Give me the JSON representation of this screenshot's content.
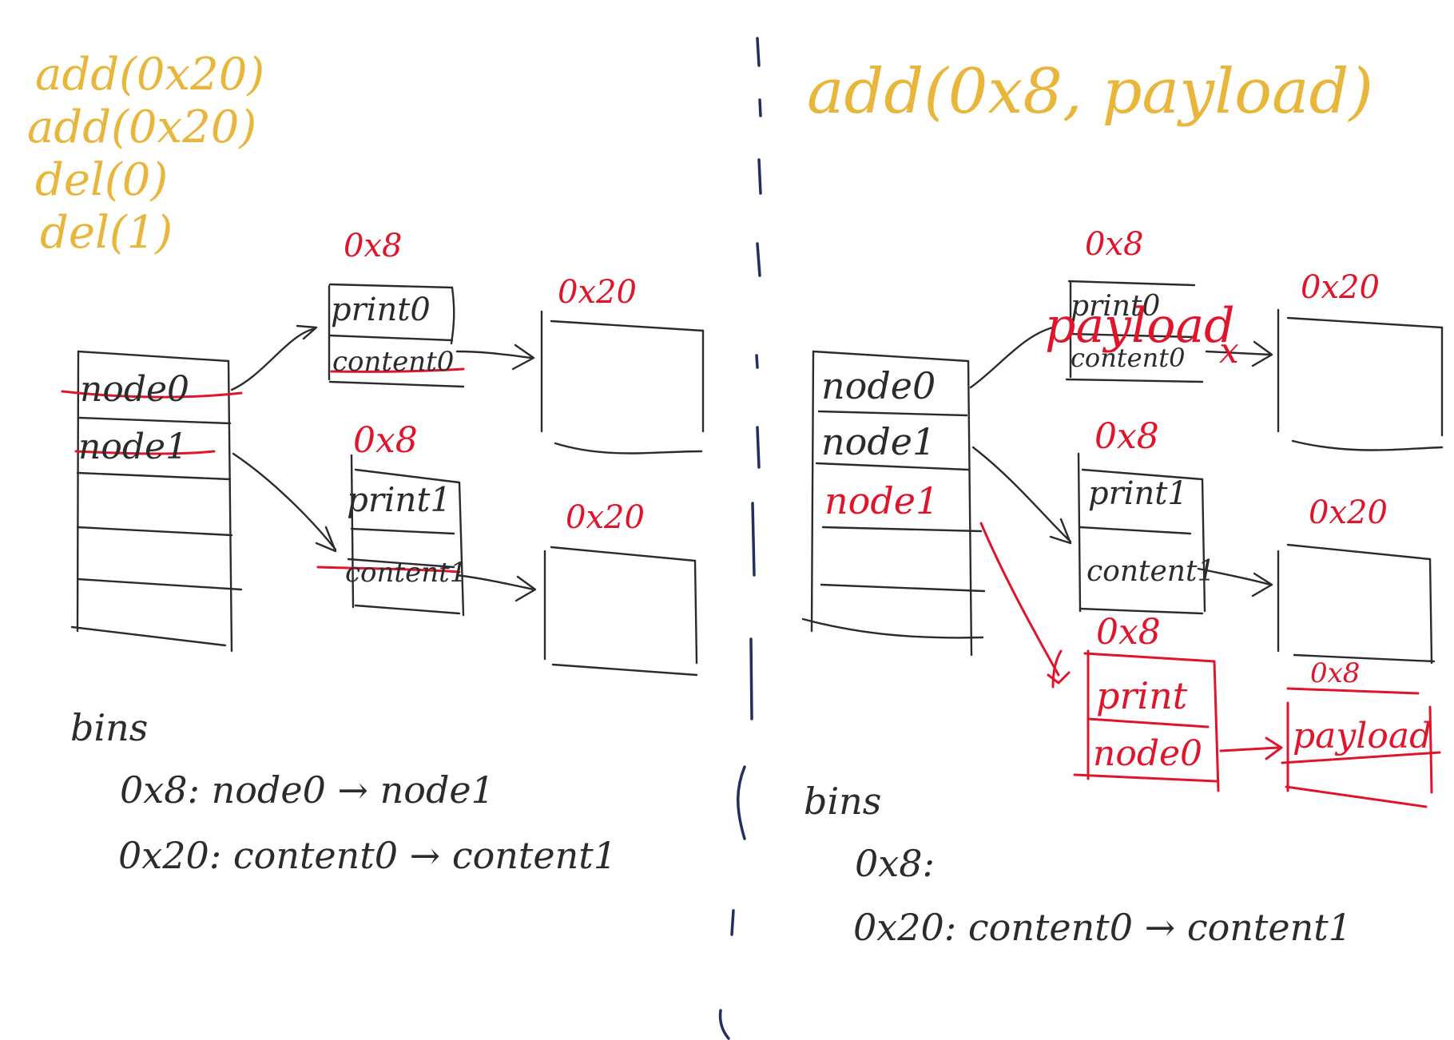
{
  "colors": {
    "ops": "#e8b63a",
    "annotation": "#e0142a",
    "ink": "#2b2b2b",
    "divider": "#22305f"
  },
  "left": {
    "ops": [
      "add(0x20)",
      "add(0x20)",
      "del(0)",
      "del(1)"
    ],
    "node_array": [
      "node0",
      "node1"
    ],
    "chunk_a": {
      "size": "0x8",
      "fields": [
        "print0",
        "content0"
      ]
    },
    "chunk_b": {
      "size": "0x8",
      "fields": [
        "print1",
        "content1"
      ]
    },
    "data_a_size": "0x20",
    "data_b_size": "0x20",
    "bins": {
      "title": "bins",
      "line1": "0x8: node0 → node1",
      "line2": "0x20: content0 → content1"
    }
  },
  "right": {
    "op": "add(0x8, payload)",
    "node_array": [
      "node0",
      "node1",
      "node1"
    ],
    "chunk_a": {
      "size": "0x8",
      "fields": [
        "print0",
        "content0"
      ],
      "overwrite": "payload",
      "x_mark": "x"
    },
    "chunk_b": {
      "size": "0x8",
      "fields": [
        "print1",
        "content1"
      ]
    },
    "data_a_size": "0x20",
    "data_b_size": "0x20",
    "new_chunk": {
      "size": "0x8",
      "fields": [
        "print",
        "node0"
      ]
    },
    "payload_chunk": {
      "size": "0x8",
      "label": "payload"
    },
    "bins": {
      "title": "bins",
      "line1": "0x8:",
      "line2": "0x20: content0 → content1"
    }
  }
}
